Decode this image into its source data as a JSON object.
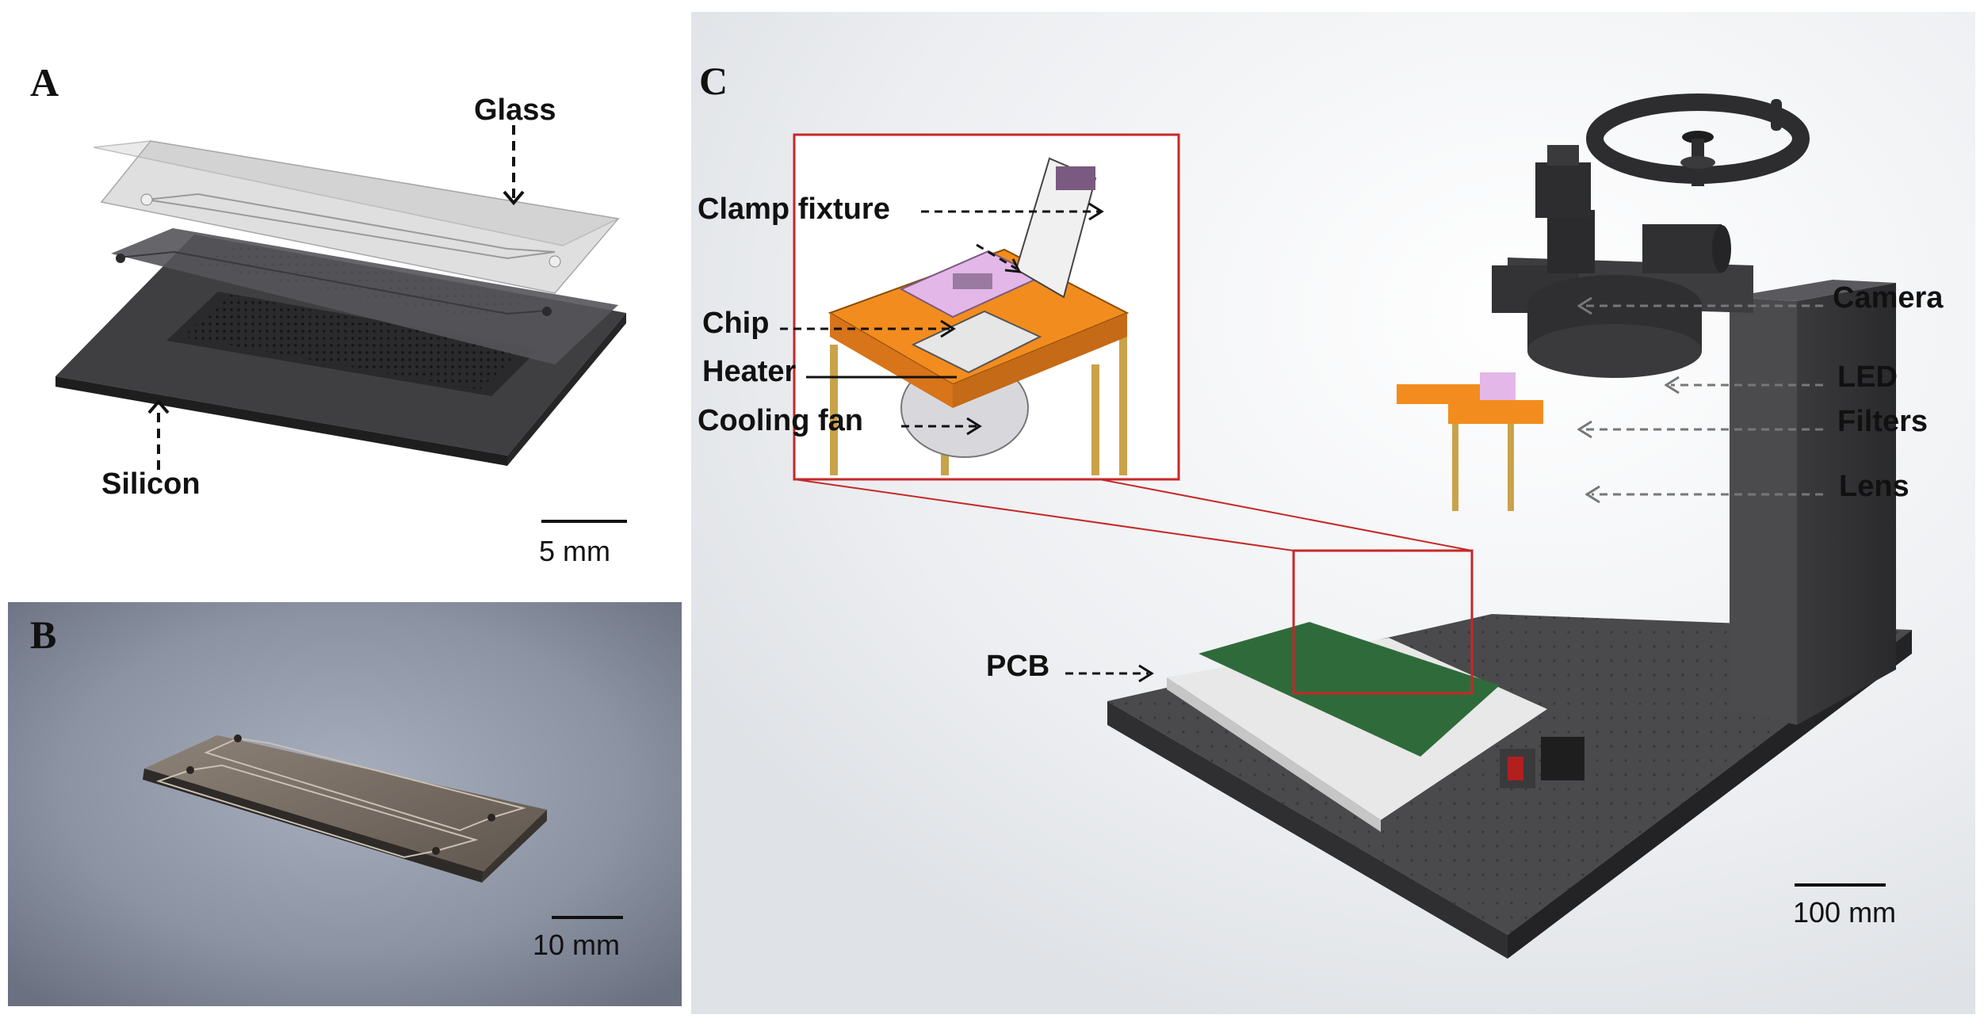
{
  "panels": {
    "a": {
      "letter": "A",
      "labels": {
        "glass": "Glass",
        "silicon": "Silicon"
      },
      "scale": "5 mm"
    },
    "b": {
      "letter": "B",
      "scale": "10 mm"
    },
    "c": {
      "letter": "C",
      "labels": {
        "clamp_fixture": "Clamp fixture",
        "chip": "Chip",
        "heater": "Heater",
        "cooling_fan": "Cooling fan",
        "camera": "Camera",
        "led": "LED",
        "filters": "Filters",
        "lens": "Lens",
        "pcb": "PCB"
      },
      "scale": "100 mm"
    }
  },
  "colors": {
    "orange": "#f28c1e",
    "pink": "#e3b7e8",
    "dark_gray": "#3c3c3e",
    "inset_border": "#c62828",
    "pcb_green": "#2f6b3a"
  }
}
